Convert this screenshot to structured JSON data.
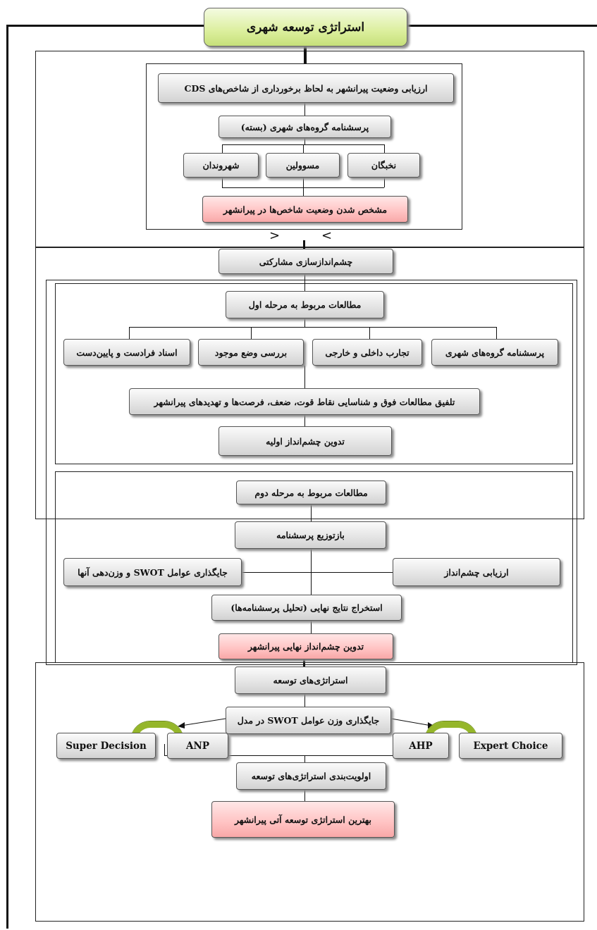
{
  "title": "استراتژی توسعه شهری",
  "assessment": {
    "cds": "ارزیابی وضعیت پیرانشهر به لحاظ برخورداری از شاخص‌های CDS",
    "questionnaire": "پرسشنامه گروه‌های شهری (بسته)",
    "groups": [
      "نخبگان",
      "مسوولین",
      "شهروندان"
    ],
    "result": "مشخص شدن وضعیت شاخص‌ها در پیرانشهر"
  },
  "vision": "چشم‌اندازسازی مشارکتی",
  "stage1": {
    "title": "مطالعات مربوط به مرحله اول",
    "items": [
      "پرسشنامه گروه‌های شهری",
      "تجارب داخلی و خارجی",
      "بررسی وضع موجود",
      "اسناد فرادست و پایین‌دست"
    ],
    "merge": "تلفیق مطالعات فوق و شناسایی نقاط قوت، ضعف، فرصت‌ها و تهدیدهای پیرانشهر",
    "initial": "تدوین چشم‌انداز اولیه"
  },
  "stage2": {
    "title": "مطالعات مربوط به مرحله دوم",
    "redistribute": "بازتوزیع پرسشنامه",
    "evaluate": "ارزیابی چشم‌انداز",
    "swot": "جایگذاری عوامل SWOT و وزن‌دهی آنها",
    "extract": "استخراج نتایج نهایی (تحلیل پرسشنامه‌ها)",
    "final": "تدوین چشم‌انداز نهایی پیرانشهر"
  },
  "strategies": {
    "title": "استراتژی‌های توسعه",
    "swot_weight": "جایگذاری وزن عوامل SWOT در مدل",
    "anp": "ANP",
    "super_decision": "Super Decision",
    "ahp": "AHP",
    "expert_choice": "Expert Choice",
    "priority": "اولویت‌بندی استراتژی‌های توسعه",
    "best": "بهترین استراتژی توسعه آتی پیرانشهر"
  },
  "colors": {
    "title_fill": "#dcef9e",
    "result_fill": "#ffc2c2",
    "connector_arc": "#95b62a",
    "box_fill": "#e3e3e3"
  }
}
